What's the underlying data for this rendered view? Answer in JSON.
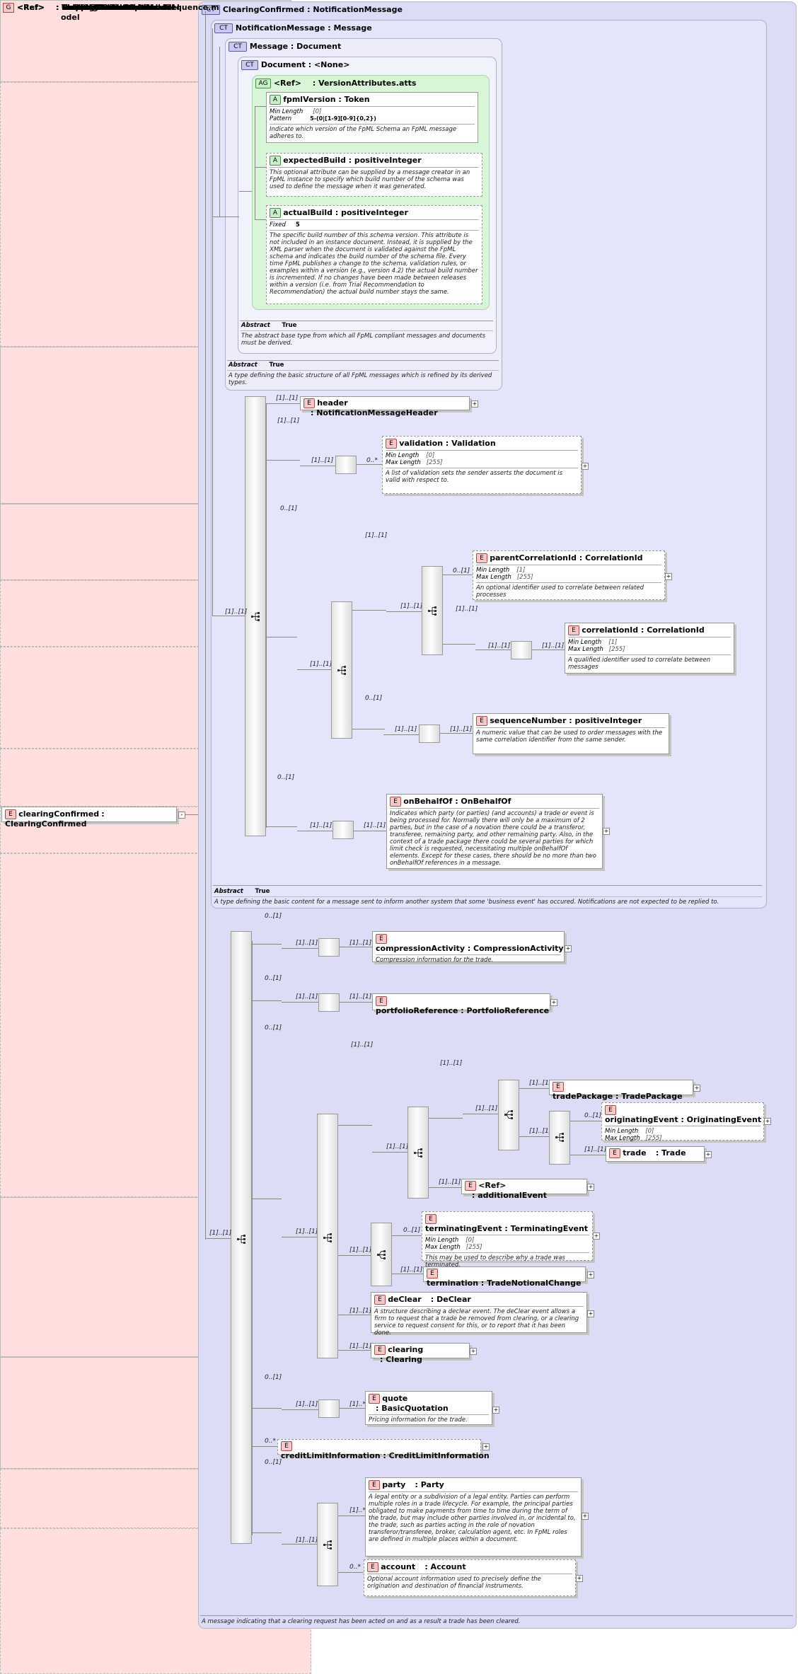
{
  "root": {
    "tag": "E",
    "name": "clearingConfirmed",
    "type": "ClearingConfirmed",
    "type_header": "ClearingConfirmed : NotificationMessage",
    "annotation": "A message indicating that a clearing request has been acted on and as a result a trade has been cleared."
  },
  "notification_message": {
    "header": "NotificationMessage : Message",
    "abstract_label": "Abstract",
    "abstract_value": "True",
    "doc": "A type defining the basic content for a message sent to inform another system that some 'business event' has occured. Notifications are not expected to be replied to."
  },
  "message": {
    "header": "Message : Document",
    "abstract_label": "Abstract",
    "abstract_value": "True",
    "doc": "A type defining the basic structure of all FpML messages which is refined by its derived types."
  },
  "document": {
    "header": "Document : <None>",
    "abstract_label": "Abstract",
    "abstract_value": "True",
    "doc": "The abstract base type from which all FpML compliant messages and documents must be derived."
  },
  "version_attributes": {
    "ref": "<Ref>",
    "name": ": VersionAttributes.atts",
    "fpml_version": {
      "name": "fpmlVersion : Token",
      "min_length_label": "Min Length",
      "min_length": "[0]",
      "pattern_label": "Pattern",
      "pattern": "5-(0|[1-9][0-9]{0,2})",
      "doc": "Indicate which version of the FpML Schema an FpML message adheres to."
    },
    "expected_build": {
      "name": "expectedBuild : positiveInteger",
      "doc": "This optional attribute can be supplied by a message creator in an FpML instance to specify which build number of the schema was used to define the message when it was generated."
    },
    "actual_build": {
      "name": "actualBuild : positiveInteger",
      "fixed_label": "Fixed",
      "fixed": "5",
      "doc": "The specific build number of this schema version. This attribute is not included in an instance document. Instead, it is supplied by the XML parser when the document is validated against the FpML schema and indicates the build number of the schema file. Every time FpML publishes a change to the schema, validation rules, or examples within a version (e.g., version 4.2) the actual build number is incremented. If no changes have been made between releases within a version (i.e. from Trial Recommendation to Recommendation) the actual build number stays the same."
    }
  },
  "cards": {
    "one_one": "[1]..[1]",
    "zero_one": "0..[1]",
    "zero_many": "0..*",
    "one_many": "[1]..*"
  },
  "nm_content": {
    "header_el": {
      "name": "header",
      "type": ": NotificationMessageHeader"
    },
    "validation_model": {
      "ref": "<Ref>",
      "name": ": Validation.model"
    },
    "validation": {
      "name": "validation : Validation",
      "min_label": "Min Length",
      "min": "[0]",
      "max_label": "Max Length",
      "max": "[255]",
      "doc": "A list of validation sets the sender asserts the document is valid with respect to."
    },
    "corr_opt_seq": {
      "ref": "<Ref>",
      "name": ": CorrelationAndOptionalSequence.m",
      "name2": "odel"
    },
    "correlation_model": {
      "ref": "<Ref>",
      "name": ": Correlation.model"
    },
    "parent_correlation": {
      "name": "parentCorrelationId : CorrelationId",
      "min_label": "Min Length",
      "min": "[1]",
      "max_label": "Max Length",
      "max": "[255]",
      "doc": "An optional identifier used to correlate between related processes"
    },
    "correlation_id_model": {
      "ref": "<Ref>",
      "name": ": CorrelationId.model"
    },
    "correlation_id": {
      "name": "correlationId : CorrelationId",
      "min_label": "Min Length",
      "min": "[1]",
      "max_label": "Max Length",
      "max": "[255]",
      "doc": "A qualified identifier used to correlate between messages"
    },
    "sequence_model": {
      "ref": "<Ref>",
      "name": ": Sequence.model"
    },
    "sequence_number": {
      "name": "sequenceNumber : positiveInteger",
      "doc": "A numeric value that can be used to order messages with the same correlation identifier from the same sender."
    },
    "on_behalf_of_model": {
      "ref": "<Ref>",
      "name": ": OnBehalfOf.model"
    },
    "on_behalf_of": {
      "name": "onBehalfOf : OnBehalfOf",
      "doc": "Indicates which party (or parties) (and accounts) a trade or event is being processed for. Normally there will only be a maximum of 2 parties, but in the case of a novation there could be a transferor, transferee, remaining party, and other remaining party. Also, in the context of a trade package there could be several parties for which limit check is requested, necessitating multiple onBehalfOf elements. Except for these cases, there should be no more than two onBehalfOf references in a message."
    }
  },
  "cc_content": {
    "compression_model": {
      "ref": "<Ref>",
      "name": ": Compression.model"
    },
    "compression_activity": {
      "name": "compressionActivity : CompressionActivity",
      "doc": "Compression information for the trade."
    },
    "portfolio_model": {
      "ref": "<Ref>",
      "name": ": PortfolioReference.model"
    },
    "portfolio_reference": {
      "name": "portfolioReference : PortfolioReference"
    },
    "clearing_results_model": {
      "ref": "<Ref>",
      "name": ": ClearingResults.model"
    },
    "trading_events_model": {
      "ref": "<Ref>",
      "name": ": TradingEvents.model"
    },
    "trading_events_base_model": {
      "ref": "<Ref>",
      "name": ": TradingEventsBase.model"
    },
    "trade_package": {
      "name": "tradePackage : TradePackage"
    },
    "originating_event": {
      "name": "originatingEvent : OriginatingEvent",
      "min_label": "Min Length",
      "min": "[0]",
      "max_label": "Max Length",
      "max": "[255]"
    },
    "trade": {
      "name": "trade",
      "type": ": Trade"
    },
    "additional_event": {
      "ref": "<Ref>",
      "name": ": additionalEvent"
    },
    "terminating_event": {
      "name": "terminatingEvent : TerminatingEvent",
      "min_label": "Min Length",
      "min": "[0]",
      "max_label": "Max Length",
      "max": "[255]",
      "doc": "This may be used to describe why a trade was terminated."
    },
    "termination": {
      "name": "termination : TradeNotionalChange"
    },
    "de_clear": {
      "name": "deClear",
      "type": ": DeClear",
      "doc": "A structure describing a declear event. The deClear event allows a firm to request that a trade be removed from clearing, or a clearing service to request consent for this, or to report that it has been done."
    },
    "clearing": {
      "name": "clearing",
      "type": ": Clearing"
    },
    "event_valuation_model": {
      "ref": "<Ref>",
      "name": ": EventValuation.model"
    },
    "quote": {
      "name": "quote",
      "type": ": BasicQuotation",
      "doc": "Pricing information for the trade."
    },
    "credit_limit": {
      "name": "creditLimitInformation : CreditLimitInformation"
    },
    "parties_accounts_model": {
      "ref": "<Ref>",
      "name": ": PartiesAndAccounts.model"
    },
    "party": {
      "name": "party",
      "type": ": Party",
      "doc": "A legal entity or a subdivision of a legal entity. Parties can perform multiple roles in a trade lifecycle. For example, the principal parties obligated to make payments from time to time during the term of the trade, but may include other parties involved in, or incidental to, the trade, such as parties acting in the role of novation transferor/transferee, broker, calculation agent, etc. In FpML roles are defined in multiple places within a document."
    },
    "account": {
      "name": "account",
      "type": ": Account",
      "doc": "Optional account information used to precisely define the origination and destination of financial instruments."
    }
  },
  "tags": {
    "element": "E",
    "group": "G",
    "attribute": "A",
    "attr_group": "AG",
    "complex_type": "CT"
  }
}
